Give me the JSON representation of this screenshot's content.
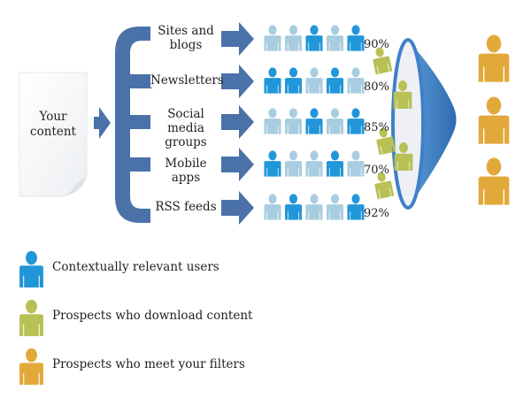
{
  "source": {
    "label": "Your content"
  },
  "channels": [
    {
      "label": "Sites and blogs",
      "line1": "Sites and",
      "line2": "blogs",
      "percent": "90%",
      "users": [
        "light",
        "light",
        "dark",
        "light",
        "dark"
      ]
    },
    {
      "label": "Newsletters",
      "line1": "Newsletters",
      "line2": "",
      "percent": "80%",
      "users": [
        "dark",
        "dark",
        "light",
        "dark",
        "light"
      ]
    },
    {
      "label": "Social media groups",
      "line1": "Social media",
      "line2": "groups",
      "percent": "85%",
      "users": [
        "light",
        "light",
        "dark",
        "light",
        "dark"
      ]
    },
    {
      "label": "Mobile apps",
      "line1": "Mobile apps",
      "line2": "",
      "percent": "70%",
      "users": [
        "dark",
        "light",
        "light",
        "dark",
        "light"
      ]
    },
    {
      "label": "RSS feeds",
      "line1": "RSS feeds",
      "line2": "",
      "percent": "92%",
      "users": [
        "light",
        "dark",
        "light",
        "light",
        "dark"
      ]
    }
  ],
  "funnel": {
    "prospects_in": 5,
    "prospects_inside": 2,
    "qualified_out": 3
  },
  "legend": [
    {
      "label": "Contextually relevant users",
      "icon": "person-icon-blue",
      "color": "#2196d8"
    },
    {
      "label": "Prospects who download content",
      "icon": "person-icon-green",
      "color": "#b7c155"
    },
    {
      "label": "Prospects who meet your filters",
      "icon": "person-icon-orange",
      "color": "#e2a93a"
    }
  ],
  "colors": {
    "brace": "#4a72a8",
    "user_dark": "#2196d8",
    "user_light": "#a9cde0",
    "prospect": "#b7c155",
    "qualified": "#e2a93a",
    "funnel": "#3f80c6"
  }
}
